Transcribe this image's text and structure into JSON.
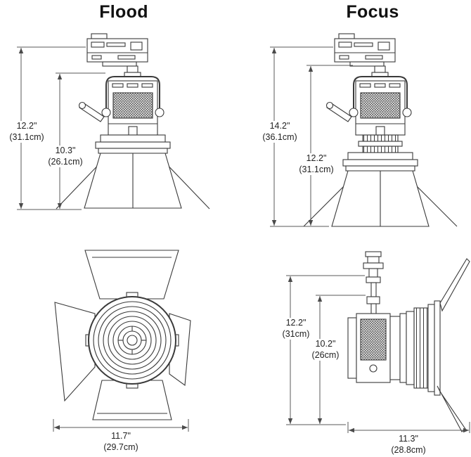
{
  "diagram": {
    "flood": {
      "title": "Flood",
      "overall_height_in": "12.2\"",
      "overall_height_cm": "(31.1cm)",
      "body_height_in": "10.3\"",
      "body_height_cm": "(26.1cm)"
    },
    "focus": {
      "title": "Focus",
      "overall_height_in": "14.2\"",
      "overall_height_cm": "(36.1cm)",
      "body_height_in": "12.2\"",
      "body_height_cm": "(31.1cm)"
    },
    "front_view": {
      "width_in": "11.7\"",
      "width_cm": "(29.7cm)"
    },
    "side_view": {
      "overall_height_in": "12.2\"",
      "overall_height_cm": "(31cm)",
      "body_height_in": "10.2\"",
      "body_height_cm": "(26cm)",
      "depth_in": "11.3\"",
      "depth_cm": "(28.8cm)"
    }
  }
}
